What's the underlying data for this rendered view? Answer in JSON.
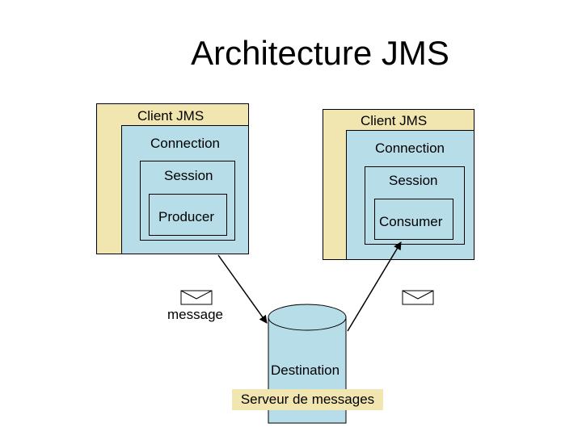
{
  "title": "Architecture JMS",
  "left_client": {
    "client_label": "Client JMS",
    "connection_label": "Connection",
    "session_label": "Session",
    "producer_label": "Producer"
  },
  "right_client": {
    "client_label": "Client JMS",
    "connection_label": "Connection",
    "session_label": "Session",
    "consumer_label": "Consumer"
  },
  "message_label": "message",
  "destination_label": "Destination",
  "server_label": "Serveur de messages",
  "colors": {
    "client_fill": "#f2e6b0",
    "connection_fill": "#b7dde8",
    "server_label_fill": "#f2e6b0",
    "line": "#000000"
  },
  "icons": [
    "envelope-icon",
    "envelope-icon",
    "database-cylinder-icon",
    "arrow-head-icon"
  ]
}
